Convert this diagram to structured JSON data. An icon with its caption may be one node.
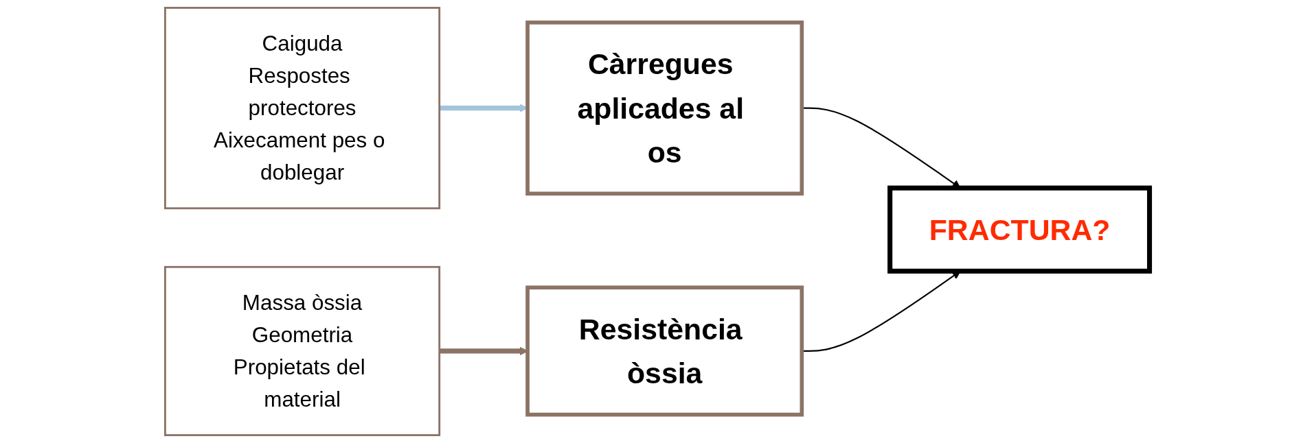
{
  "diagram": {
    "nodes": [
      {
        "text": [
          "Caiguda",
          "Respostes protectores",
          "Aixecament pes o doblegar"
        ]
      },
      {
        "text": [
          "Càrregues aplicades al os"
        ]
      },
      {
        "text": [
          "FRACTURA?"
        ]
      },
      {
        "text": [
          "Massa òssia",
          "Geometria",
          "Propietats del material"
        ]
      },
      {
        "text": [
          "Resistència òssia"
        ]
      }
    ],
    "edges": [
      {
        "from": 0,
        "to": 1,
        "arrow": "to",
        "style": "thick",
        "color": "#a3c4dc"
      },
      {
        "from": 1,
        "to": 2,
        "arrow": "to"
      },
      {
        "from": 4,
        "to": 2,
        "arrow": "to"
      },
      {
        "from": 3,
        "to": 4,
        "arrow": "to",
        "style": "thick",
        "color": "#8b7366"
      }
    ]
  }
}
